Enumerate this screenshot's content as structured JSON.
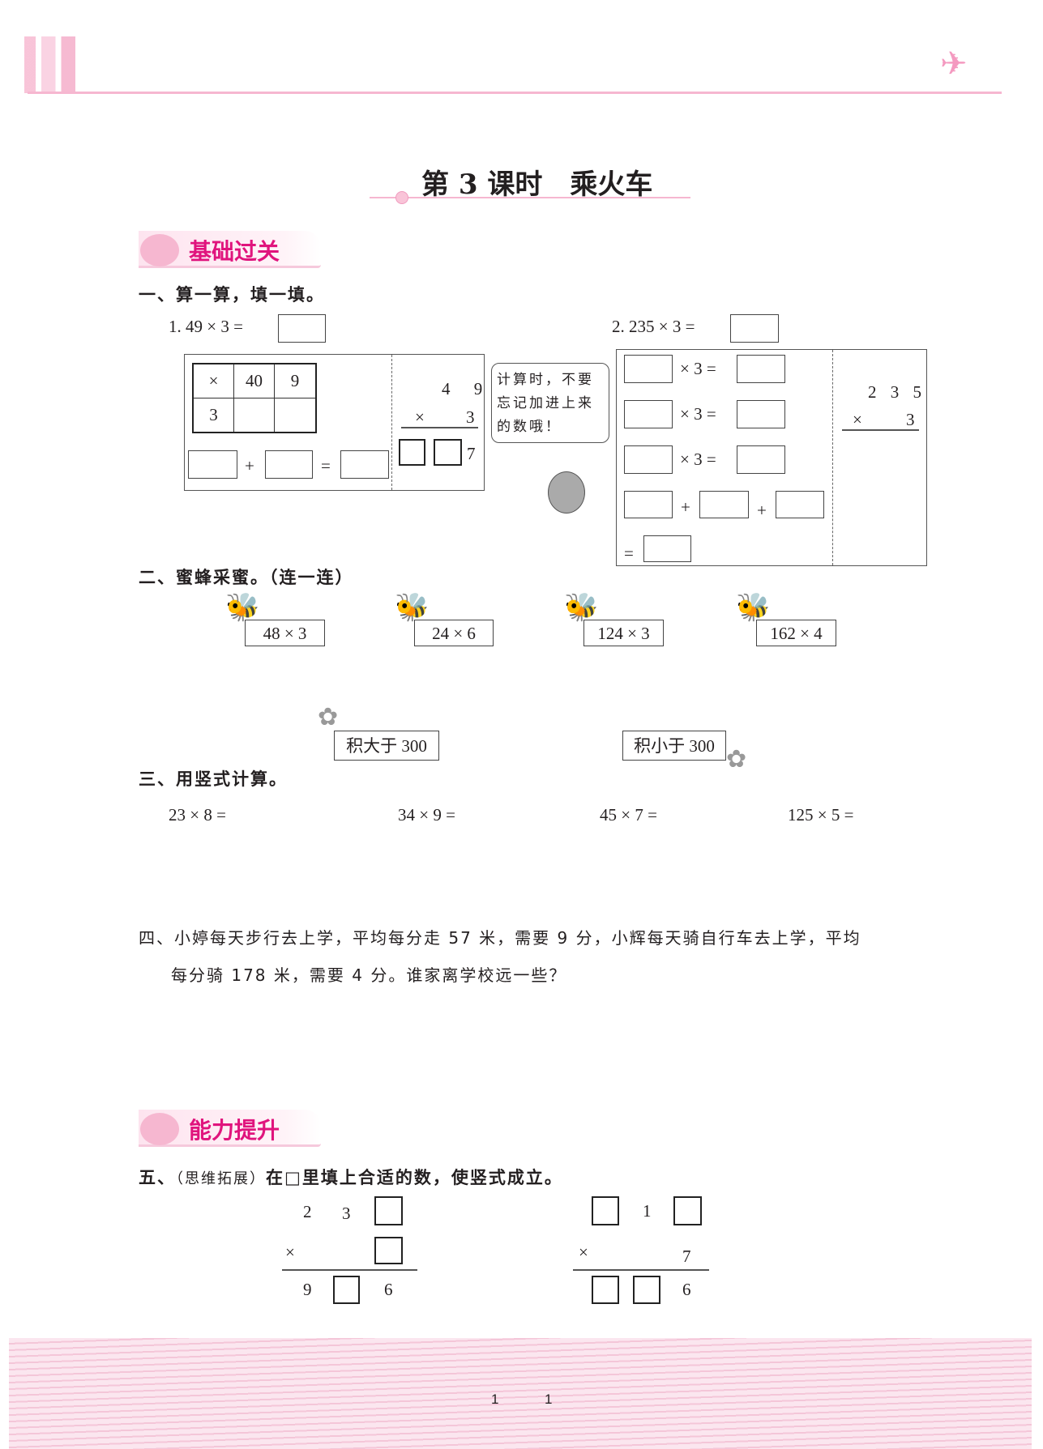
{
  "title": "第 3 课时　乘火车",
  "section1": "基础过关",
  "section2": "能力提升",
  "q1": {
    "heading": "一、算一算，填一填。",
    "p1": "1. 49 × 3 =",
    "p2": "2. 235 × 3 =",
    "grid": [
      "×",
      "40",
      "9",
      "3"
    ],
    "plus": "+",
    "eq": "=",
    "v1": [
      "4 9",
      "×",
      "3"
    ],
    "v1_last": "7",
    "bubble": "计算时，不要忘记加进上来的数哦！",
    "row_op": "× 3 =",
    "v2": [
      "2 3 5",
      "×",
      "3"
    ]
  },
  "q2": {
    "heading": "二、蜜蜂采蜜。（连一连）",
    "bees": [
      "48 × 3",
      "24 × 6",
      "124 × 3",
      "162 × 4"
    ],
    "flowers": [
      "积大于 300",
      "积小于 300"
    ]
  },
  "q3": {
    "heading": "三、用竖式计算。",
    "items": [
      "23 × 8 =",
      "34 × 9 =",
      "45 × 7 =",
      "125 × 5 ="
    ]
  },
  "q4": {
    "line1": "四、小婷每天步行去上学，平均每分走 57 米，需要 9 分，小辉每天骑自行车去上学，平均",
    "line2": "每分骑 178 米，需要 4 分。谁家离学校远一些？"
  },
  "q5": {
    "heading_a": "五、",
    "heading_tag": "（思维拓展）",
    "heading_b": "在□里填上合适的数，使竖式成立。",
    "p1": {
      "top": [
        "2",
        "3"
      ],
      "times": "×",
      "bottom": [
        "9",
        "6"
      ]
    },
    "p2": {
      "top": [
        "1"
      ],
      "times": "×",
      "mult": "7",
      "bottom": [
        "6"
      ]
    }
  },
  "page_number": [
    "1",
    "1"
  ],
  "colors": {
    "accent": "#e0147d",
    "pink_line": "#f6b7d0"
  }
}
